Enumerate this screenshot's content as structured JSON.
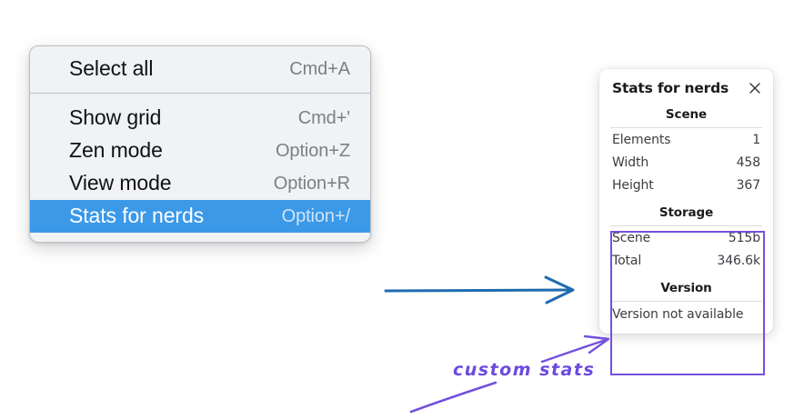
{
  "context_menu": {
    "groups": [
      {
        "items": [
          {
            "label": "Select all",
            "shortcut": "Cmd+A",
            "selected": false
          }
        ]
      },
      {
        "items": [
          {
            "label": "Show grid",
            "shortcut": "Cmd+'",
            "selected": false
          },
          {
            "label": "Zen mode",
            "shortcut": "Option+Z",
            "selected": false
          },
          {
            "label": "View mode",
            "shortcut": "Option+R",
            "selected": false
          },
          {
            "label": "Stats for nerds",
            "shortcut": "Option+/",
            "selected": true
          }
        ]
      }
    ],
    "highlight_color": "#3b99e8"
  },
  "stats_panel": {
    "title": "Stats for nerds",
    "close_icon": "close-icon",
    "sections": [
      {
        "heading": "Scene",
        "rows": [
          {
            "key": "Elements",
            "value": "1"
          },
          {
            "key": "Width",
            "value": "458"
          },
          {
            "key": "Height",
            "value": "367"
          }
        ]
      },
      {
        "heading": "Storage",
        "rows": [
          {
            "key": "Scene",
            "value": "515b"
          },
          {
            "key": "Total",
            "value": "346.6k"
          }
        ]
      },
      {
        "heading": "Version",
        "single": "Version not available"
      }
    ]
  },
  "annotations": {
    "handwritten_note": "custom stats",
    "note_color": "#6c4ade",
    "highlight_border_color": "#7550dc",
    "pointer_arrow_color": "#1f6bb0"
  }
}
